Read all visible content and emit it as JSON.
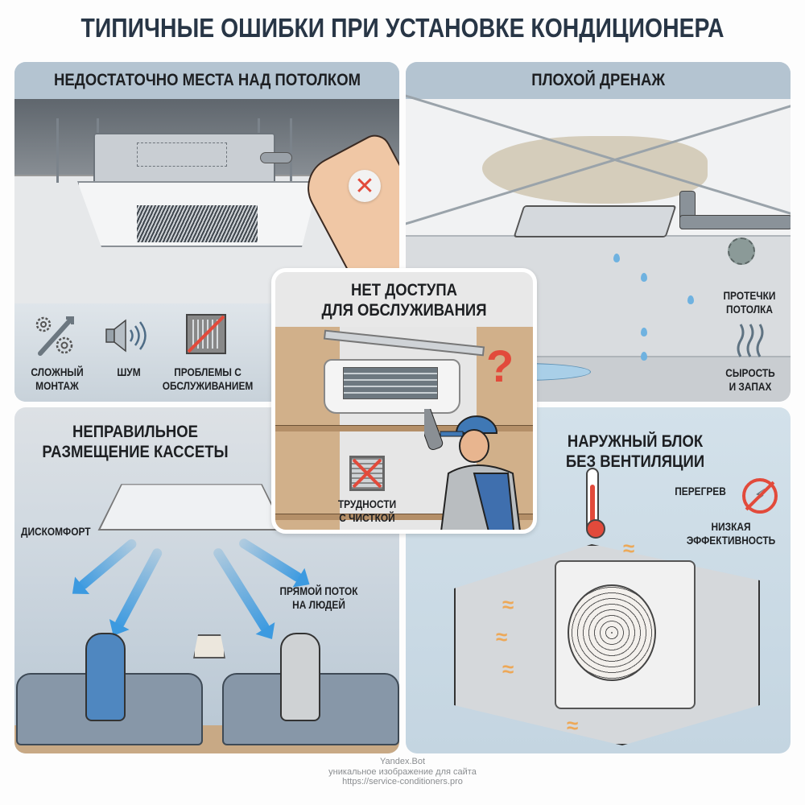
{
  "title": "ТИПИЧНЫЕ ОШИБКИ ПРИ УСТАНОВКЕ КОНДИЦИОНЕРА",
  "panels": {
    "top_left": {
      "heading": "НЕДОСТАТОЧНО МЕСТА НАД ПОТОЛКОМ",
      "status_icon": "red-x-icon",
      "items": [
        {
          "icon": "gears-wrench-icon",
          "line1": "СЛОЖНЫЙ",
          "line2": "МОНТАЖ"
        },
        {
          "icon": "speaker-icon",
          "line1": "ШУМ",
          "line2": ""
        },
        {
          "icon": "blocked-grille-icon",
          "line1": "ПРОБЛЕМЫ С",
          "line2": "ОБСЛУЖИВАНИЕМ"
        }
      ]
    },
    "top_right": {
      "heading": "ПЛОХОЙ ДРЕНАЖ",
      "labels": [
        {
          "icon": "mold-icon",
          "line1": "ПРОТЕЧКИ",
          "line2": "ПОТОЛКА"
        },
        {
          "icon": "steam-icon",
          "line1": "СЫРОСТЬ",
          "line2": "И ЗАПАХ"
        }
      ]
    },
    "center": {
      "heading_line1": "НЕТ ДОСТУПА",
      "heading_line2": "ДЛЯ ОБСЛУЖИВАНИЯ",
      "question_mark": "?",
      "label_line1": "ТРУДНОСТИ",
      "label_line2": "С ЧИСТКОЙ"
    },
    "bottom_left": {
      "heading_line1": "НЕПРАВИЛЬНОЕ",
      "heading_line2": "РАЗМЕЩЕНИЕ КАССЕТЫ",
      "label_discomfort": "ДИСКОМФОРТ",
      "label_flow_line1": "ПРЯМОЙ ПОТОК",
      "label_flow_line2": "НА ЛЮДЕЙ"
    },
    "bottom_right": {
      "heading_line1": "НАРУЖНЫЙ БЛОК",
      "heading_line2": "БЕЗ ВЕНТИЛЯЦИИ",
      "label_overheat": "ПЕРЕГРЕВ",
      "label_eff_line1": "НИЗКАЯ",
      "label_eff_line2": "ЭФФЕКТИВНОСТЬ"
    }
  },
  "colors": {
    "title": "#283646",
    "header_band": "#b4c4d1",
    "alert_red": "#e24a3b",
    "airflow_blue": "#3c9ae0",
    "heat_orange": "#f0a34a"
  },
  "footer": {
    "line1": "Yandex.Bot",
    "line2": "уникальное изображение для сайта",
    "line3": "https://service-conditioners.pro"
  }
}
